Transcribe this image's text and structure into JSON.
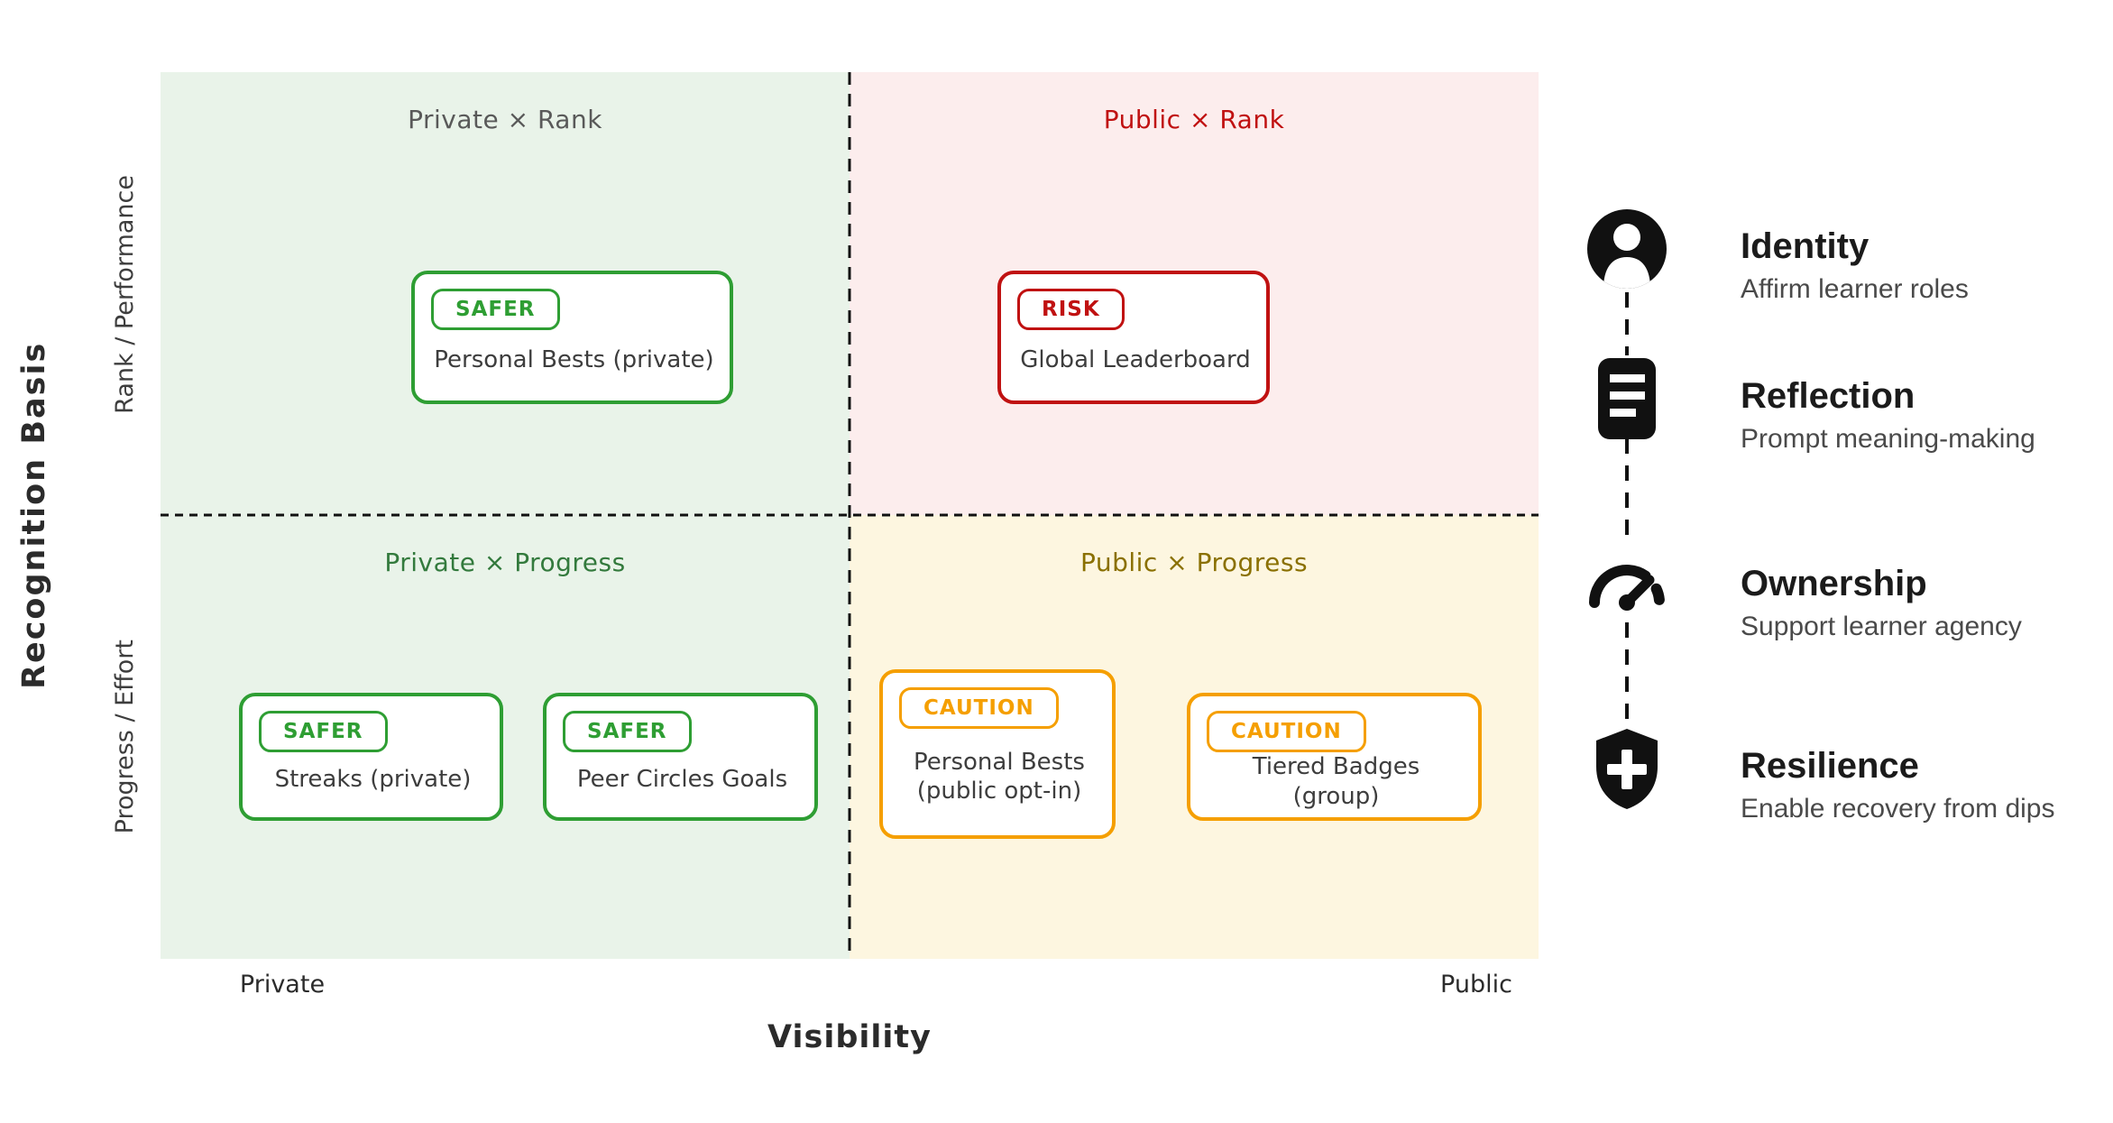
{
  "colors": {
    "safer_green": "#2e9e33",
    "risk_red": "#c01111",
    "caution_orange": "#f59f00",
    "quad_green_bg": "#e9f3e9",
    "quad_red_bg": "#fceded",
    "quad_yellow_bg": "#fdf6e0",
    "icon_black": "#111111"
  },
  "axes": {
    "x_label": "Visibility",
    "x_left_tick": "Private",
    "x_right_tick": "Public",
    "y_label": "Recognition Basis",
    "y_top_tick": "Rank / Performance",
    "y_bottom_tick": "Progress / Effort"
  },
  "quadrants": {
    "top_left": {
      "title": "Private × Rank",
      "cards": [
        {
          "badge": "SAFER",
          "label": "Personal Bests (private)"
        }
      ]
    },
    "top_right": {
      "title": "Public × Rank",
      "cards": [
        {
          "badge": "RISK",
          "label": "Global Leaderboard"
        }
      ]
    },
    "bottom_left": {
      "title": "Private × Progress",
      "cards": [
        {
          "badge": "SAFER",
          "label": "Streaks (private)"
        },
        {
          "badge": "SAFER",
          "label": "Peer Circles Goals"
        }
      ]
    },
    "bottom_right": {
      "title": "Public × Progress",
      "cards": [
        {
          "badge": "CAUTION",
          "label": "Personal Bests\n(public opt-in)"
        },
        {
          "badge": "CAUTION",
          "label": "Tiered Badges (group)"
        }
      ]
    }
  },
  "principles": [
    {
      "icon": "person-icon",
      "title": "Identity",
      "subtitle": "Affirm learner roles"
    },
    {
      "icon": "document-icon",
      "title": "Reflection",
      "subtitle": "Prompt meaning-making"
    },
    {
      "icon": "gauge-icon",
      "title": "Ownership",
      "subtitle": "Support learner agency"
    },
    {
      "icon": "shield-plus-icon",
      "title": "Resilience",
      "subtitle": "Enable recovery from dips"
    }
  ]
}
